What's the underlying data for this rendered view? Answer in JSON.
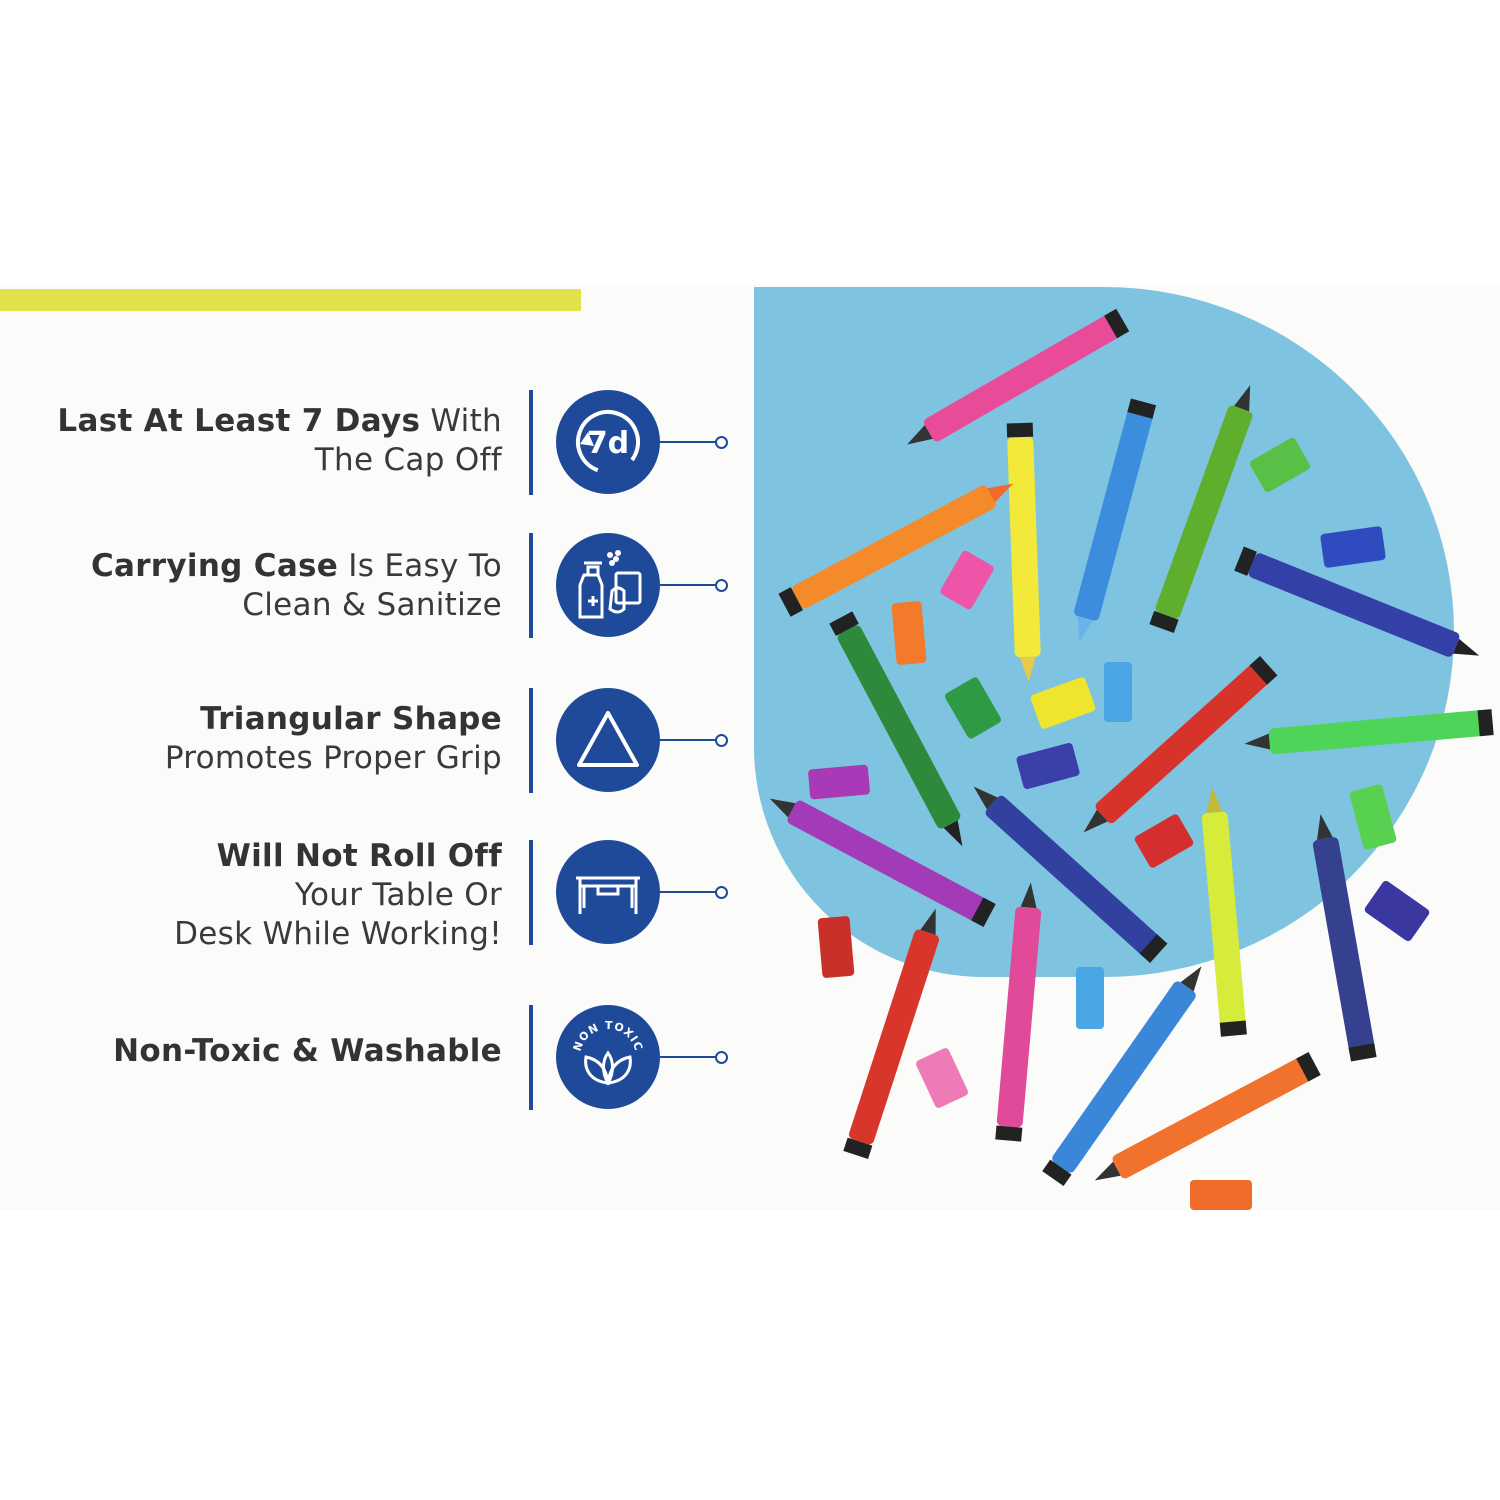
{
  "features": [
    {
      "bold": "Last At Least 7 Days",
      "rest": " With",
      "line2": "The Cap Off",
      "line3": "",
      "icon": "seven-days-icon",
      "icon_text": "7d"
    },
    {
      "bold": "Carrying Case",
      "rest": " Is Easy To",
      "line2": "Clean & Sanitize",
      "line3": "",
      "icon": "sanitize-spray-icon",
      "icon_text": ""
    },
    {
      "bold": "Triangular Shape",
      "rest": "",
      "line2": "Promotes Proper Grip",
      "line3": "",
      "icon": "triangle-icon",
      "icon_text": ""
    },
    {
      "bold": "Will Not Roll Off",
      "rest": "",
      "line2": "Your Table Or",
      "line3": "Desk While Working!",
      "icon": "desk-icon",
      "icon_text": ""
    },
    {
      "bold": "Non-Toxic & Washable",
      "rest": "",
      "line2": "",
      "line3": "",
      "icon": "non-toxic-leaf-icon",
      "icon_text": "NON TOXIC"
    }
  ],
  "colors": {
    "accent_bar": "#dfe24a",
    "icon_blue": "#1f4a9a",
    "illustration_blue": "#7ec4e0"
  }
}
